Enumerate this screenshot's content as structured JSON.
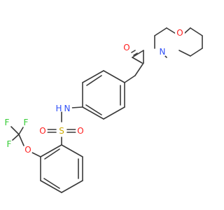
{
  "molecule": {
    "atoms": {
      "O_carbonyl": {
        "label": "O",
        "color": "#ff2020"
      },
      "N_morpholine": {
        "label": "N",
        "color": "#3050f8"
      },
      "O_morpholine": {
        "label": "O",
        "color": "#ff2020"
      },
      "N_amide": {
        "label": "N",
        "color": "#3050f8"
      },
      "H_amide": {
        "label": "H",
        "color": "#3050f8"
      },
      "S": {
        "label": "S",
        "color": "#ccaa00"
      },
      "O_sulfonyl_1": {
        "label": "O",
        "color": "#ff2020"
      },
      "O_sulfonyl_2": {
        "label": "O",
        "color": "#ff2020"
      },
      "O_ether": {
        "label": "O",
        "color": "#ff2020"
      },
      "F_1": {
        "label": "F",
        "color": "#33cc33"
      },
      "F_2": {
        "label": "F",
        "color": "#33cc33"
      },
      "F_3": {
        "label": "F",
        "color": "#33cc33"
      }
    },
    "bond_color": "#3a3a3a"
  }
}
